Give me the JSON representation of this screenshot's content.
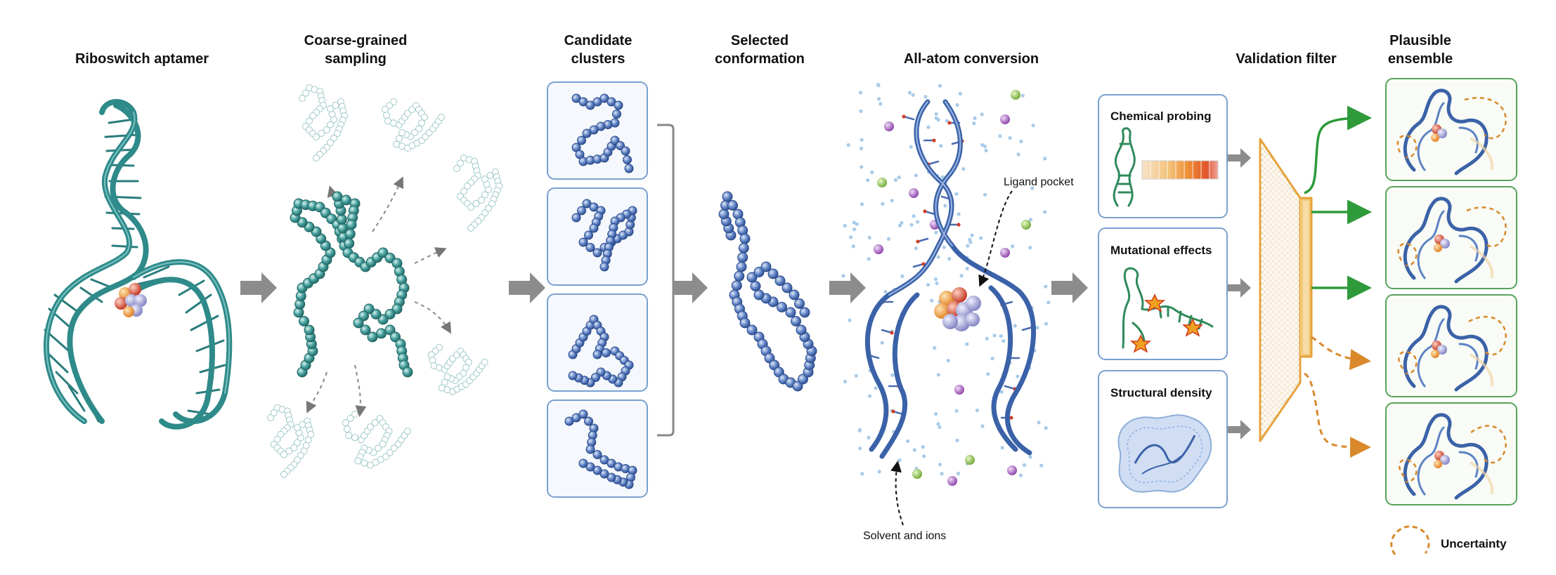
{
  "stages": {
    "aptamer": "Riboswitch aptamer",
    "cg_line1": "Coarse-grained",
    "cg_line2": "sampling",
    "clusters_line1": "Candidate",
    "clusters_line2": "clusters",
    "selected_line1": "Selected",
    "selected_line2": "conformation",
    "allatom": "All-atom conversion",
    "validation": "Validation filter",
    "ensemble_line1": "Plausible",
    "ensemble_line2": "ensemble"
  },
  "annotations": {
    "ligand_pocket": "Ligand pocket",
    "solvent": "Solvent and ions"
  },
  "experiments": {
    "probing": "Chemical probing",
    "mutational": "Mutational effects",
    "density": "Structural density"
  },
  "legend": {
    "uncertainty": "Uncertainty"
  },
  "colors": {
    "teal": "#2f8a8a",
    "blue": "#3f66a8",
    "pale_teal": "#a8cfcd",
    "gray_arrow": "#8c8c8c",
    "filter_orange": "#e6a23c",
    "accept_green": "#2e9a3a",
    "reject_orange": "#d9892c",
    "box_blue_border": "#7aa0d0",
    "box_green_border": "#57a35a"
  },
  "icons": {
    "ligand": "ligand-molecule-icon",
    "mutation": "mutation-star-icon",
    "uncertainty": "uncertainty-dashed-ring-icon"
  }
}
